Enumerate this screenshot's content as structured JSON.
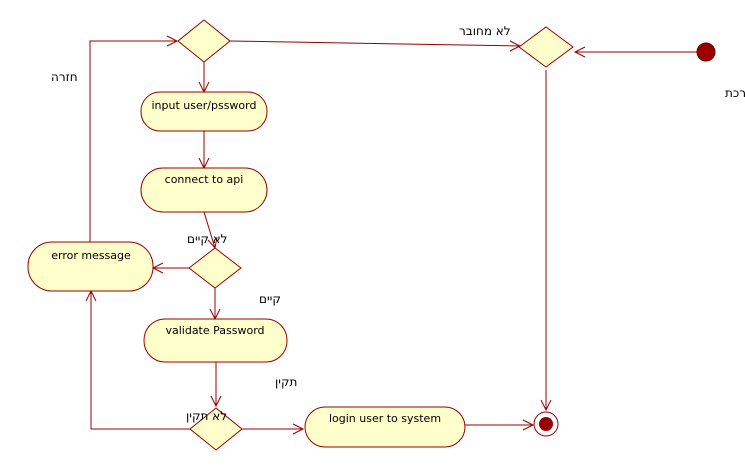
{
  "nodes": {
    "input": "input user/pssword",
    "connect": "connect to api",
    "error": "error message",
    "validate": "validate Password",
    "login": "login user to system"
  },
  "labels": {
    "not_connected": "לא מחובר",
    "user_connected": "המשתמש מחובר למערכת",
    "back": "חזרה",
    "not_exists": "לא קיים",
    "exists": "קיים",
    "valid": "תקין",
    "invalid": "לא תקין"
  },
  "colors": {
    "line": "#990000",
    "fill": "#ffffcc"
  }
}
